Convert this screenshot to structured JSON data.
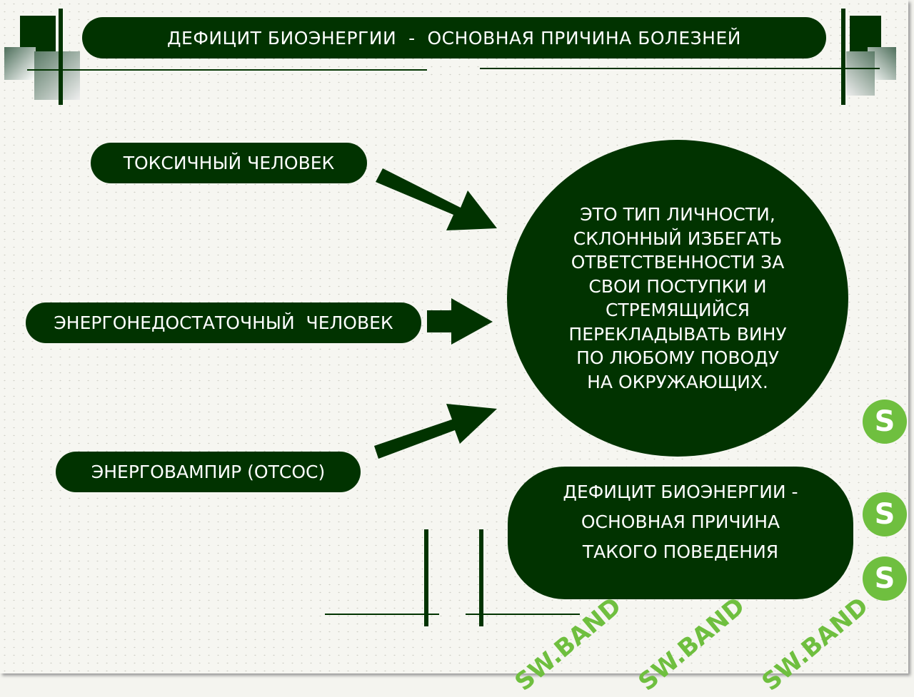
{
  "title": "ДЕФИЦИТ БИОЭНЕРГИИ  -  ОСНОВНАЯ ПРИЧИНА БОЛЕЗНЕЙ",
  "left_items": [
    "ТОКСИЧНЫЙ ЧЕЛОВЕК",
    "ЭНЕРГОНЕДОСТАТОЧНЫЙ  ЧЕЛОВЕК",
    "ЭНЕРГОВАМПИР (ОТСОС)"
  ],
  "circle_text": [
    "ЭТО ТИП ЛИЧНОСТИ,",
    "СКЛОННЫЙ ИЗБЕГАТЬ",
    "ОТВЕТСТВЕННОСТИ ЗА",
    "СВОИ ПОСТУПКИ И",
    "СТРЕМЯЩИЙСЯ",
    "ПЕРЕКЛАДЫВАТЬ ВИНУ",
    "ПО ЛЮБОМУ ПОВОДУ",
    "НА ОКРУЖАЮЩИХ."
  ],
  "bottom_text": [
    "ДЕФИЦИТ БИОЭНЕРГИИ -",
    "ОСНОВНАЯ ПРИЧИНА",
    "ТАКОГО ПОВЕДЕНИЯ"
  ],
  "watermark": "SW.BAND",
  "colors": {
    "dark_green": "#013300",
    "watermark_green": "#6fbf3f"
  }
}
